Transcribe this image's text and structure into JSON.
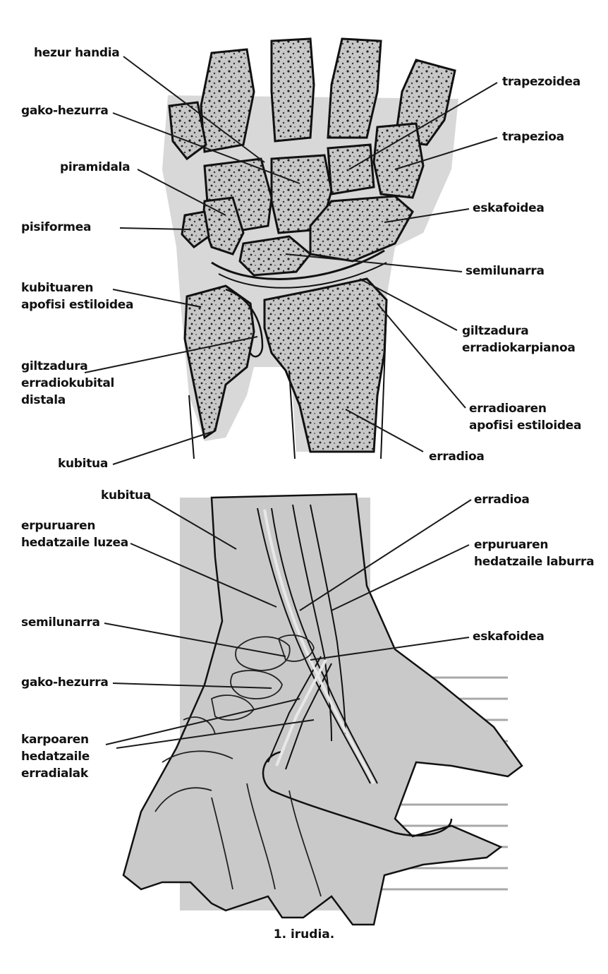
{
  "colors": {
    "bone": "#c7c7c7",
    "bone_dark": "#b5b5b5",
    "outline": "#111111",
    "leader": "#1a1a1a",
    "soft_tissue": "#d9d9d9",
    "background": "#ffffff",
    "print_text": "#9a9a9a"
  },
  "top_labels": {
    "hezur_handia": "hezur handia",
    "gako_hezurra": "gako-hezurra",
    "piramidala": "piramidala",
    "pisiformea": "pisiformea",
    "kubituaren_apofisi_l1": "kubituaren",
    "kubituaren_apofisi_l2": "apofisi estiloidea",
    "giltzadura_dru_l1": "giltzadura",
    "giltzadura_dru_l2": "erradiokubital",
    "giltzadura_dru_l3": "distala",
    "kubitua": "kubitua",
    "trapezoidea": "trapezoidea",
    "trapezioa": "trapezioa",
    "eskafoidea": "eskafoidea",
    "semilunarra": "semilunarra",
    "giltzadura_rc_l1": "giltzadura",
    "giltzadura_rc_l2": "erradiokarpianoa",
    "erradioaren_apofisi_l1": "erradioaren",
    "erradioaren_apofisi_l2": "apofisi estiloidea",
    "erradioa": "erradioa"
  },
  "bottom_labels": {
    "kubitua": "kubitua",
    "erpuruaren_luzea_l1": "erpuruaren",
    "erpuruaren_luzea_l2": "hedatzaile luzea",
    "semilunarra": "semilunarra",
    "gako_hezurra": "gako-hezurra",
    "karpoaren_l1": "karpoaren",
    "karpoaren_l2": "hedatzaile",
    "karpoaren_l3": "erradialak",
    "erradioa": "erradioa",
    "erpuruaren_laburra_l1": "erpuruaren",
    "erpuruaren_laburra_l2": "hedatzaile laburra",
    "eskafoidea": "eskafoidea"
  },
  "caption": "1. irudia."
}
